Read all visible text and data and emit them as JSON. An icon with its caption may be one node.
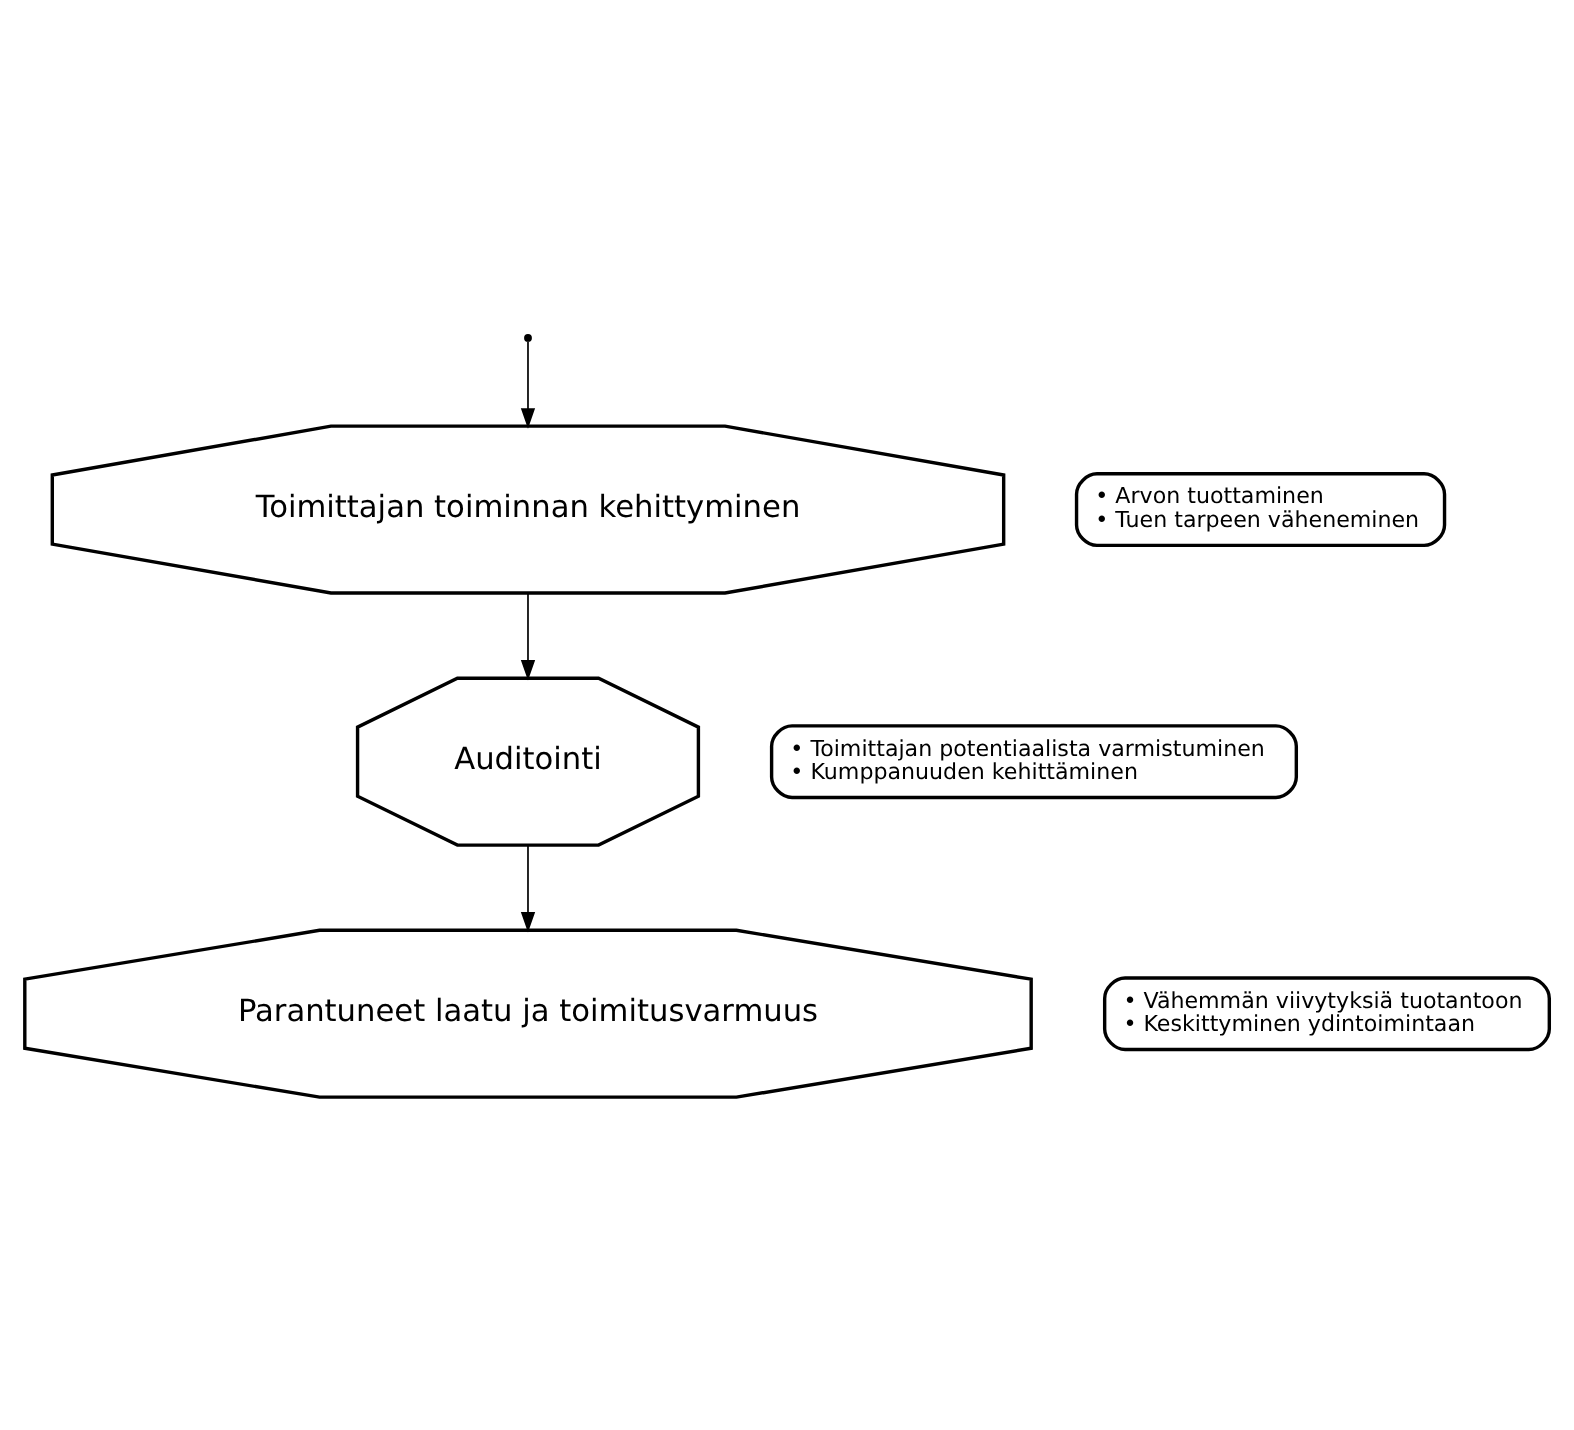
{
  "diagram": {
    "nodes": [
      {
        "text": [
          "Auditointi"
        ]
      },
      {
        "text": [
          "• Toimittajan potentiaalista varmistuminen",
          "• Kumppanuuden kehittäminen"
        ]
      },
      {
        "text": [
          "Toimittajan toiminnan kehittyminen"
        ]
      },
      {
        "text": [
          "• Arvon tuottaminen",
          "• Tuen tarpeen väheneminen"
        ]
      },
      {
        "text": [
          "Parantuneet laatu ja toimitusvarmuus"
        ]
      },
      {
        "text": [
          "• Vähemmän viivytyksiä tuotantoon",
          "• Keskittyminen ydintoimintaan"
        ]
      }
    ],
    "edges": [
      {
        "from": 2,
        "to": 0,
        "arrow": "to"
      },
      {
        "from": 0,
        "to": 4,
        "arrow": "to"
      },
      {
        "from": null,
        "to": 2,
        "arrow": "to"
      }
    ]
  }
}
